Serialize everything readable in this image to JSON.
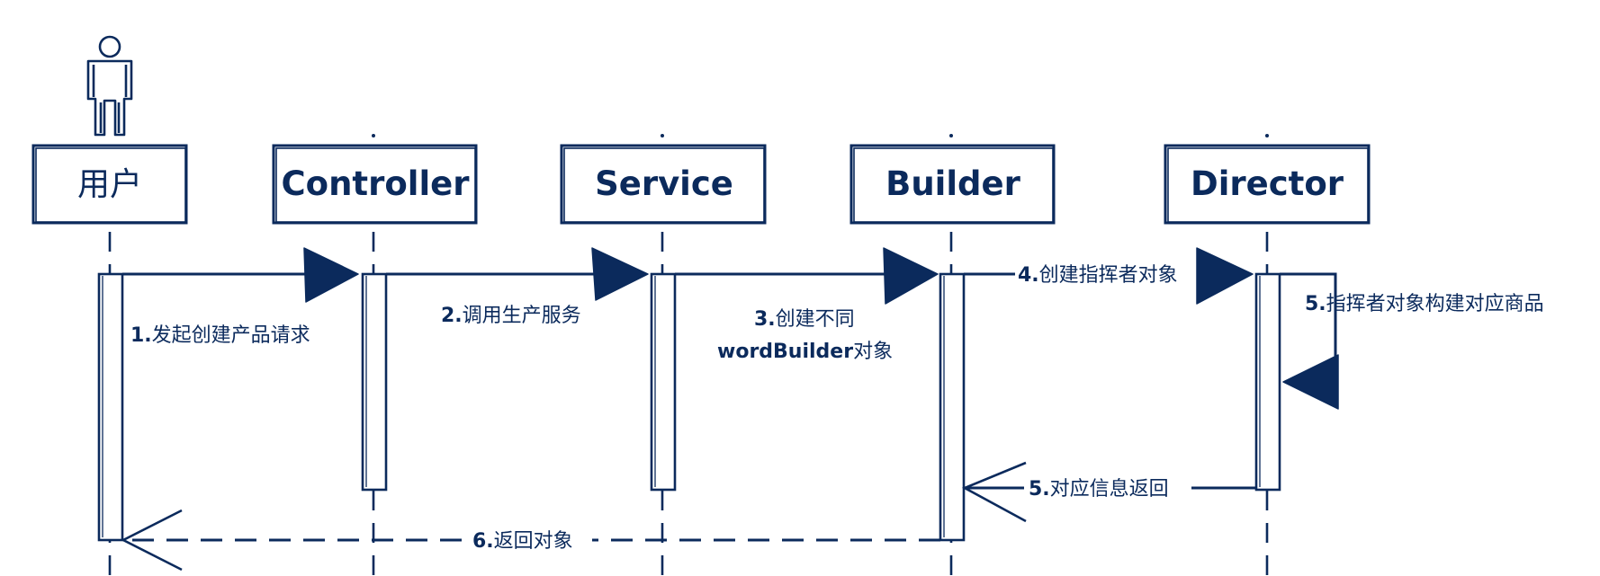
{
  "diagram": {
    "type": "sequence",
    "participants": [
      {
        "id": "user",
        "label": "用户",
        "kind": "actor"
      },
      {
        "id": "controller",
        "label": "Controller",
        "kind": "object"
      },
      {
        "id": "service",
        "label": "Service",
        "kind": "object"
      },
      {
        "id": "builder",
        "label": "Builder",
        "kind": "object"
      },
      {
        "id": "director",
        "label": "Director",
        "kind": "object"
      }
    ],
    "messages": [
      {
        "num": "1.",
        "text": "发起创建产品请求",
        "from": "user",
        "to": "controller",
        "style": "sync"
      },
      {
        "num": "2.",
        "text": "调用生产服务",
        "from": "controller",
        "to": "service",
        "style": "sync"
      },
      {
        "num": "3.",
        "text": "创建不同",
        "line2_bold": "wordBuilder",
        "line2_rest": "对象",
        "from": "service",
        "to": "builder",
        "style": "sync"
      },
      {
        "num": "4.",
        "text": "创建指挥者对象",
        "from": "builder",
        "to": "director",
        "style": "sync"
      },
      {
        "num": "5.",
        "text": "指挥者对象构建对应商品",
        "from": "director",
        "to": "director",
        "style": "self"
      },
      {
        "num": "5.",
        "text": "对应信息返回",
        "from": "director",
        "to": "builder",
        "style": "return"
      },
      {
        "num": "6.",
        "text": "返回对象",
        "from": "builder",
        "to": "user",
        "style": "return"
      }
    ],
    "colors": {
      "ink": "#0b2a5c",
      "background": "#ffffff"
    }
  }
}
